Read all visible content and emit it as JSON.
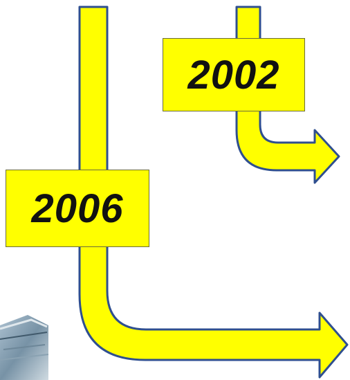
{
  "diagram": {
    "labels": {
      "year_top": "2002",
      "year_bottom": "2006"
    },
    "colors": {
      "arrow_fill": "#ffff00",
      "arrow_stroke": "#2f4f8f",
      "label_fill": "#ffff00",
      "label_border": "#6b6b3a",
      "text": "#111111"
    },
    "decoration": {
      "corner_image": "building-photo-fragment"
    }
  }
}
